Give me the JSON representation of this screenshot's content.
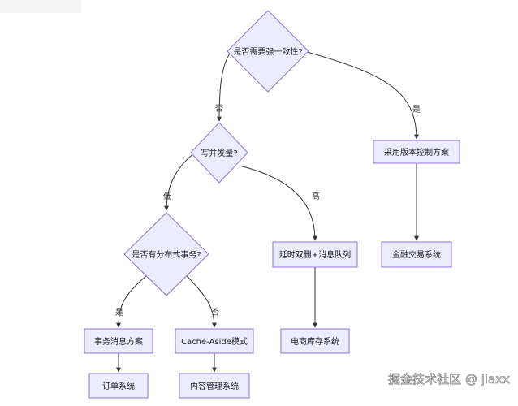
{
  "diagram": {
    "nodes": {
      "need_strong_consistency": "是否需要强一致性?",
      "write_concurrency": "写并发量?",
      "version_control": "采用版本控制方案",
      "distributed_txn": "是否有分布式事务?",
      "delayed_double_delete": "延时双删+消息队列",
      "financial_trading": "金融交易系统",
      "txn_message": "事务消息方案",
      "cache_aside": "Cache-Aside模式",
      "inventory_system": "电商库存系统",
      "order_system": "订单系统",
      "cms_system": "内容管理系统"
    },
    "edges": {
      "no_1": "否",
      "yes_1": "是",
      "low": "低",
      "high": "高",
      "yes_2": "是",
      "no_2": "否"
    }
  },
  "watermark": "掘金技术社区 @ jiaxx"
}
